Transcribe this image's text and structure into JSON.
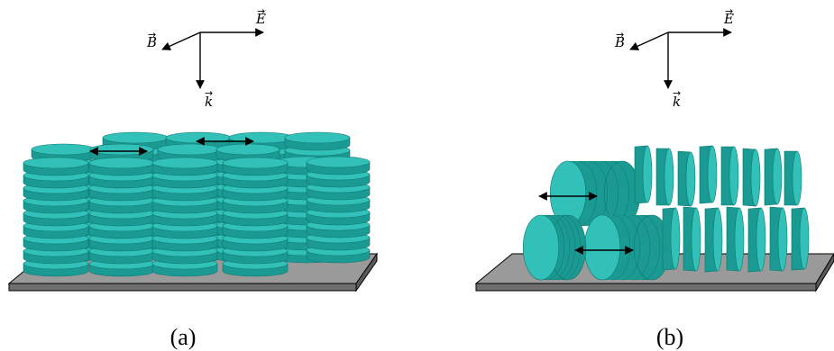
{
  "figure": {
    "panel_a": {
      "caption": "(a)",
      "axes": {
        "e_label": "E",
        "b_label": "B",
        "k_label": "k"
      }
    },
    "panel_b": {
      "caption": "(b)",
      "axes": {
        "e_label": "E",
        "b_label": "B",
        "k_label": "k"
      }
    }
  },
  "colors": {
    "disc_top": "#31c1b8",
    "disc_side": "#1a9a93",
    "disc_edge": "#0f7670",
    "substrate_top": "#9a9a9a",
    "substrate_side": "#6e6e6e",
    "arrow": "#000000"
  },
  "icons": [
    "vector-arrow-icon",
    "double-headed-arrow-icon"
  ]
}
